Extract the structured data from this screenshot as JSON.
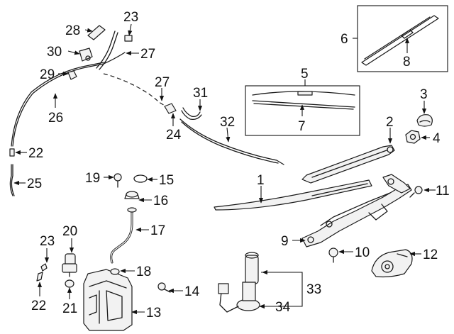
{
  "callouts": {
    "c1": "1",
    "c2": "2",
    "c3": "3",
    "c4": "4",
    "c5": "5",
    "c6": "6",
    "c7": "7",
    "c8": "8",
    "c9": "9",
    "c10": "10",
    "c11": "11",
    "c12": "12",
    "c13": "13",
    "c14": "14",
    "c15": "15",
    "c16": "16",
    "c17": "17",
    "c18": "18",
    "c19": "19",
    "c20": "20",
    "c21": "21",
    "c22a": "22",
    "c22b": "22",
    "c23a": "23",
    "c23b": "23",
    "c24": "24",
    "c25": "25",
    "c26": "26",
    "c27a": "27",
    "c27b": "27",
    "c28": "28",
    "c29": "29",
    "c30": "30",
    "c31": "31",
    "c32": "32",
    "c33": "33",
    "c34": "34"
  },
  "colors": {
    "ink": "#1a1a1a",
    "background": "#ffffff",
    "part_fill": "#f2f2f2"
  }
}
